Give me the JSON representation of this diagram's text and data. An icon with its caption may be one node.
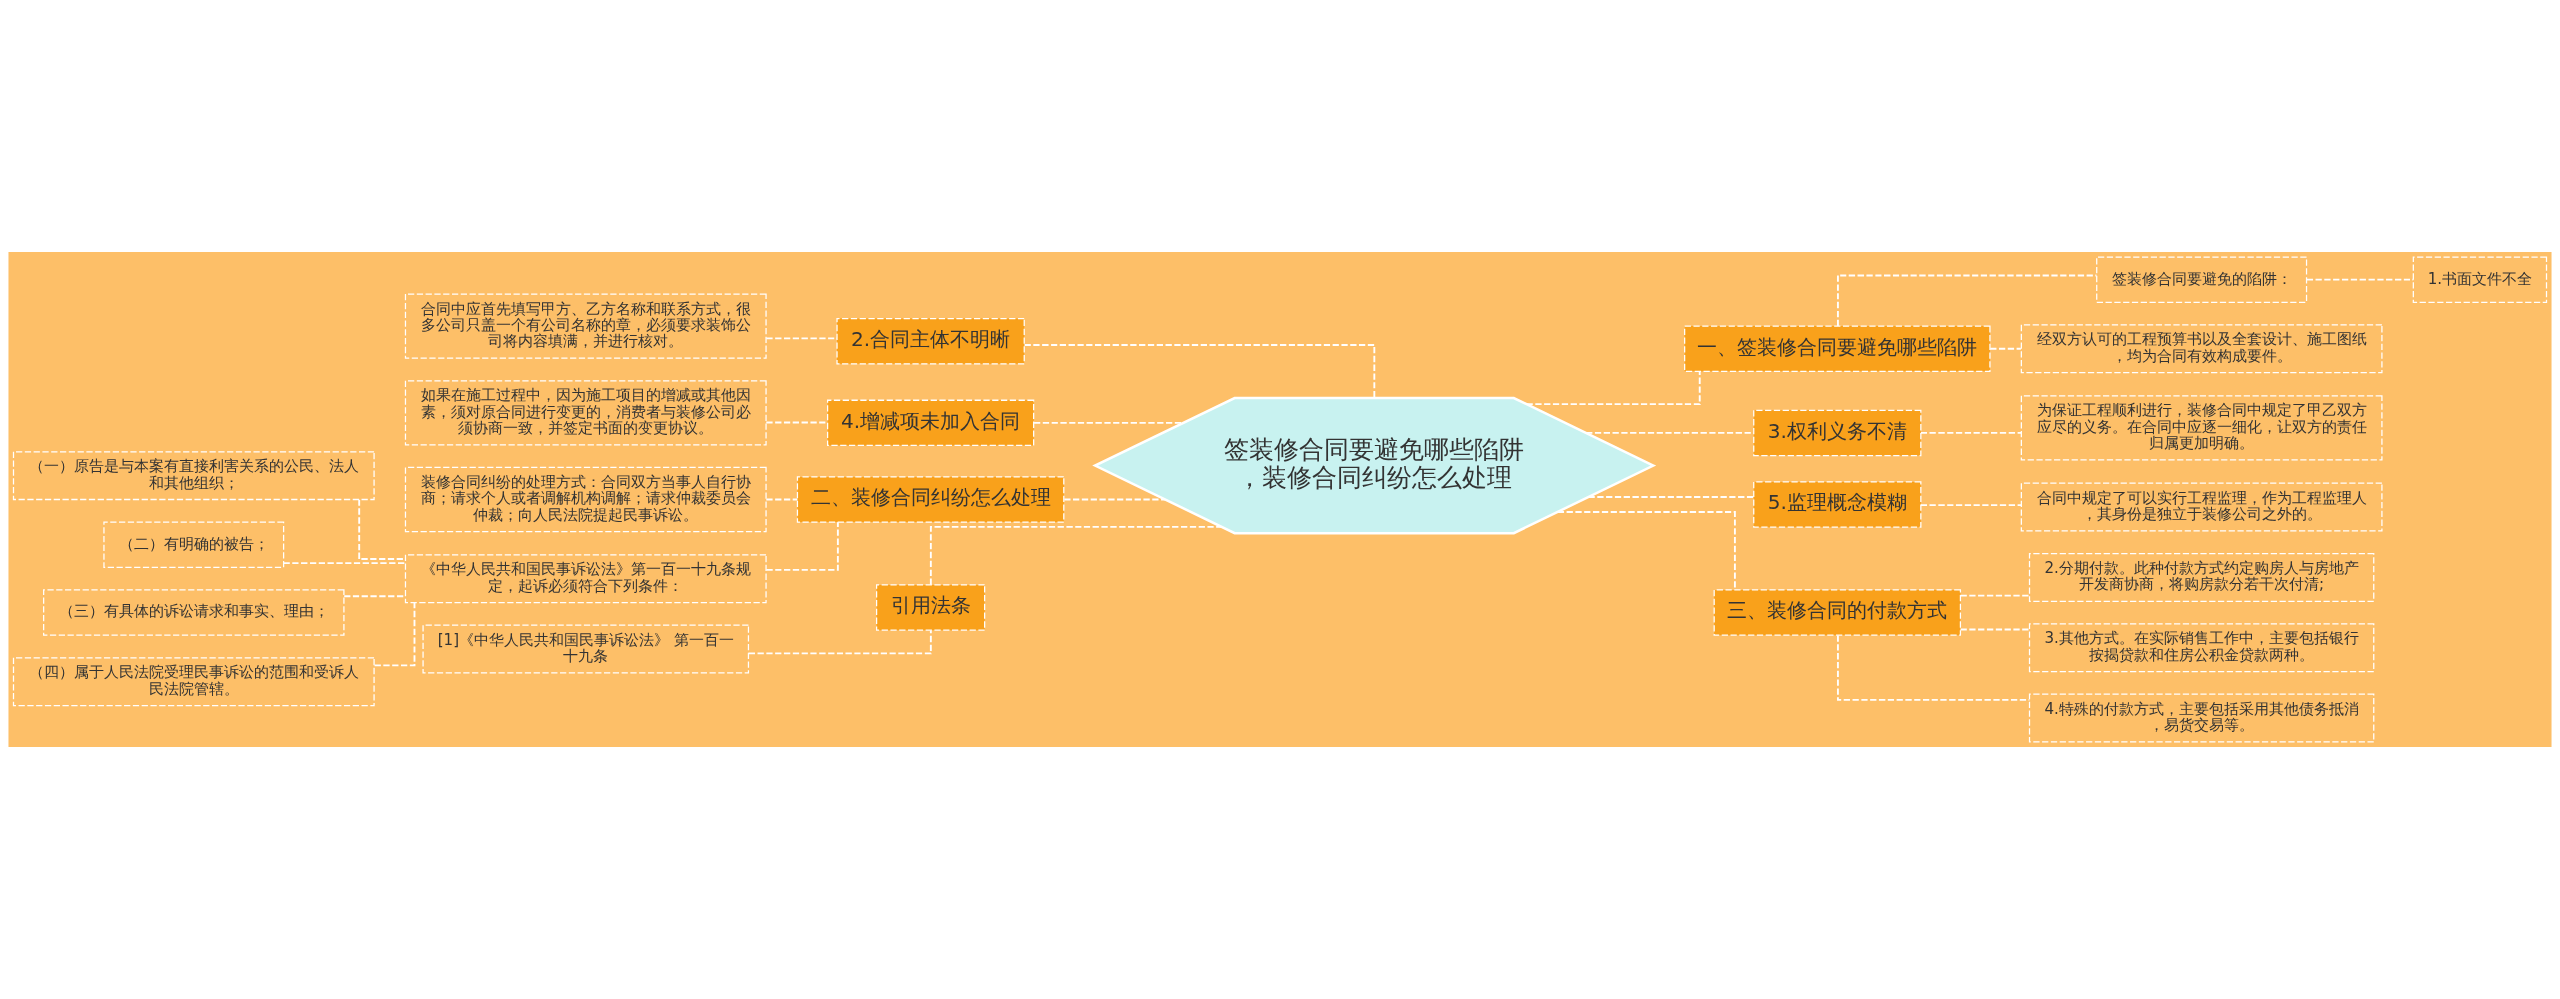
{
  "diagram": {
    "nodes": [
      {
        "text": [
          "签装修合同要避免哪些陷阱，装修合同纠纷怎么处理"
        ]
      },
      {
        "text": [
          "2.合同主体不明晰"
        ]
      },
      {
        "text": [
          "合同中应首先填写甲方、乙方名称和联系方式，很多公司只盖一个有公司名称的章，必须要求装饰公司将内容填满，并进行核对。"
        ]
      },
      {
        "text": [
          "4.增减项未加入合同"
        ]
      },
      {
        "text": [
          "如果在施工过程中，因为施工项目的增减或其他因素，须对原合同进行变更的，消费者与装修公司必须协商一致，并签定书面的变更协议。"
        ]
      },
      {
        "text": [
          "二、装修合同纠纷怎么处理"
        ]
      },
      {
        "text": [
          "装修合同纠纷的处理方式：合同双方当事人自行协商；请求个人或者调解机构调解；请求仲裁委员会仲裁；向人民法院提起民事诉讼。"
        ]
      },
      {
        "text": [
          "《中华人民共和国民事诉讼法》第一百一十九条规定，起诉必须符合下列条件："
        ]
      },
      {
        "text": [
          "（一）原告是与本案有直接利害关系的公民、法人和其他组织；"
        ]
      },
      {
        "text": [
          "（二）有明确的被告；"
        ]
      },
      {
        "text": [
          "（三）有具体的诉讼请求和事实、理由；"
        ]
      },
      {
        "text": [
          "（四）属于人民法院受理民事诉讼的范围和受诉人民法院管辖。"
        ]
      },
      {
        "text": [
          "引用法条"
        ]
      },
      {
        "text": [
          "[1]《中华人民共和国民事诉讼法》 第一百一十九条"
        ]
      },
      {
        "text": [
          "一、签装修合同要避免哪些陷阱"
        ]
      },
      {
        "text": [
          "签装修合同要避免的陷阱："
        ]
      },
      {
        "text": [
          "1.书面文件不全"
        ]
      },
      {
        "text": [
          "经双方认可的工程预算书以及全套设计、施工图纸，均为合同有效构成要件。"
        ]
      },
      {
        "text": [
          "3.权利义务不清"
        ]
      },
      {
        "text": [
          "为保证工程顺利进行，装修合同中规定了甲乙双方应尽的义务。在合同中应逐一细化，让双方的责任归属更加明确。"
        ]
      },
      {
        "text": [
          "5.监理概念模糊"
        ]
      },
      {
        "text": [
          "合同中规定了可以实行工程监理，作为工程监理人，其身份是独立于装修公司之外的。"
        ]
      },
      {
        "text": [
          "三、装修合同的付款方式"
        ]
      },
      {
        "text": [
          "2.分期付款。此种付款方式约定购房人与房地产开发商协商，将购房款分若干次付清;"
        ]
      },
      {
        "text": [
          "3.其他方式。在实际销售工作中，主要包括银行按揭贷款和住房公积金贷款两种。"
        ]
      },
      {
        "text": [
          "4.特殊的付款方式，主要包括采用其他债务抵消，易货交易等。"
        ]
      }
    ],
    "edges": [
      {
        "from": 0,
        "to": 1,
        "arrow": "none",
        "style": "dashed"
      },
      {
        "from": 1,
        "to": 2,
        "arrow": "none",
        "style": "dashed"
      },
      {
        "from": 0,
        "to": 3,
        "arrow": "none",
        "style": "dashed"
      },
      {
        "from": 3,
        "to": 4,
        "arrow": "none",
        "style": "dashed"
      },
      {
        "from": 0,
        "to": 5,
        "arrow": "none",
        "style": "dashed"
      },
      {
        "from": 5,
        "to": 6,
        "arrow": "none",
        "style": "dashed"
      },
      {
        "from": 5,
        "to": 7,
        "arrow": "none",
        "style": "dashed"
      },
      {
        "from": 7,
        "to": 8,
        "arrow": "none",
        "style": "dashed"
      },
      {
        "from": 7,
        "to": 9,
        "arrow": "none",
        "style": "dashed"
      },
      {
        "from": 7,
        "to": 10,
        "arrow": "none",
        "style": "dashed"
      },
      {
        "from": 7,
        "to": 11,
        "arrow": "none",
        "style": "dashed"
      },
      {
        "from": 0,
        "to": 12,
        "arrow": "none",
        "style": "dashed"
      },
      {
        "from": 12,
        "to": 13,
        "arrow": "none",
        "style": "dashed"
      },
      {
        "from": 0,
        "to": 14,
        "arrow": "none",
        "style": "dashed"
      },
      {
        "from": 14,
        "to": 15,
        "arrow": "none",
        "style": "dashed"
      },
      {
        "from": 15,
        "to": 16,
        "arrow": "none",
        "style": "dashed"
      },
      {
        "from": 14,
        "to": 17,
        "arrow": "none",
        "style": "dashed"
      },
      {
        "from": 0,
        "to": 18,
        "arrow": "none",
        "style": "dashed"
      },
      {
        "from": 18,
        "to": 19,
        "arrow": "none",
        "style": "dashed"
      },
      {
        "from": 0,
        "to": 20,
        "arrow": "none",
        "style": "dashed"
      },
      {
        "from": 20,
        "to": 21,
        "arrow": "none",
        "style": "dashed"
      },
      {
        "from": 0,
        "to": 22,
        "arrow": "none",
        "style": "dashed"
      },
      {
        "from": 22,
        "to": 23,
        "arrow": "none",
        "style": "dashed"
      },
      {
        "from": 22,
        "to": 24,
        "arrow": "none",
        "style": "dashed"
      },
      {
        "from": 22,
        "to": 25,
        "arrow": "none",
        "style": "dashed"
      }
    ]
  }
}
